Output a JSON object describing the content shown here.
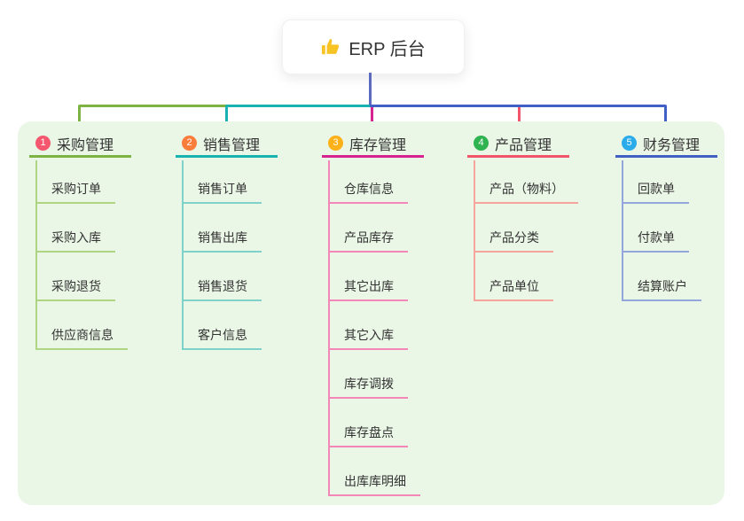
{
  "root_node": {
    "label": "ERP 后台",
    "icon": "thumbs-up-icon",
    "icon_color": "#f7c325"
  },
  "connector_colors": {
    "root_line": "#5b6bc0",
    "branch_1": "#7cb342",
    "branch_2": "#16b3b0",
    "branch_3": "#d6238f",
    "branch_4": "#f2556a",
    "branch_5": "#4160c6"
  },
  "panel": {
    "background": "#eaf6e6"
  },
  "branches": [
    {
      "num": "1",
      "label": "采购管理",
      "badge_color": "#f5586e",
      "line_color": "#7cb342",
      "sub_line_color": "#aed581",
      "items": [
        "采购订单",
        "采购入库",
        "采购退货",
        "供应商信息"
      ]
    },
    {
      "num": "2",
      "label": "销售管理",
      "badge_color": "#fa7d3c",
      "line_color": "#16b3b0",
      "sub_line_color": "#7ed2ca",
      "items": [
        "销售订单",
        "销售出库",
        "销售退货",
        "客户信息"
      ]
    },
    {
      "num": "3",
      "label": "库存管理",
      "badge_color": "#fbb117",
      "line_color": "#d6238f",
      "sub_line_color": "#f287b8",
      "items": [
        "仓库信息",
        "产品库存",
        "其它出库",
        "其它入库",
        "库存调拨",
        "库存盘点",
        "出库库明细"
      ]
    },
    {
      "num": "4",
      "label": "产品管理",
      "badge_color": "#2eb350",
      "line_color": "#f2556a",
      "sub_line_color": "#f7a49e",
      "items": [
        "产品（物料）",
        "产品分类",
        "产品单位"
      ]
    },
    {
      "num": "5",
      "label": "财务管理",
      "badge_color": "#2aabea",
      "line_color": "#4160c6",
      "sub_line_color": "#93a7dc",
      "items": [
        "回款单",
        "付款单",
        "结算账户"
      ]
    }
  ]
}
